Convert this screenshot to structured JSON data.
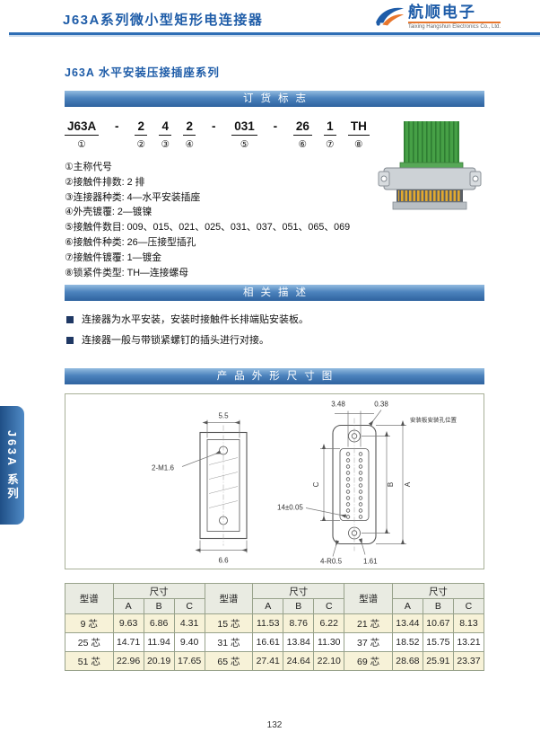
{
  "colors": {
    "accent_blue": "#1e5ca8",
    "banner_blue": "#4c83bd",
    "logo_orange": "#e8762c",
    "table_row_alt": "#f7f2d8"
  },
  "header": {
    "title": "J63A系列微小型矩形电连接器",
    "logo_text": "航顺电子",
    "logo_subtext": "Taixing Hangshun Electronics Co., Ltd."
  },
  "sidebar": {
    "tab_label": "J63A 系列"
  },
  "footer": {
    "page_number": "132"
  },
  "ordering": {
    "heading": "J63A 水平安装压接插座系列",
    "banner": "订货标志",
    "segments": [
      {
        "text": "J63A",
        "mark": "①"
      },
      {
        "text": "-",
        "mark": ""
      },
      {
        "text": "2",
        "mark": "②"
      },
      {
        "text": "4",
        "mark": "③"
      },
      {
        "text": "2",
        "mark": "④"
      },
      {
        "text": "-",
        "mark": ""
      },
      {
        "text": "031",
        "mark": "⑤"
      },
      {
        "text": "-",
        "mark": ""
      },
      {
        "text": "26",
        "mark": "⑥"
      },
      {
        "text": "1",
        "mark": "⑦"
      },
      {
        "text": "TH",
        "mark": "⑧"
      }
    ],
    "notes": [
      "①主称代号",
      "②接触件排数: 2 排",
      "③连接器种类: 4—水平安装插座",
      "④外壳镀覆: 2—镀镍",
      "⑤接触件数目: 009、015、021、025、031、037、051、065、069",
      "⑥接触件种类: 26—压接型插孔",
      "⑦接触件镀覆: 1—镀金",
      "⑧锁紧件类型: TH—连接螺母"
    ]
  },
  "description": {
    "banner": "相关描述",
    "bullets": [
      "连接器为水平安装，安装时接触件长排端贴安装板。",
      "连接器一般与带锁紧螺钉的插头进行对接。"
    ]
  },
  "dimensions": {
    "banner": "产品外形尺寸图",
    "labels": {
      "plate_width": "5.5",
      "thread": "2-M1.6",
      "body_width": "6.6",
      "pin_pitch": "3.48",
      "edge_offset": "0.38",
      "mount_note": "安装板安装孔位置",
      "dim_a": "A",
      "dim_b": "B",
      "dim_c": "C",
      "pin_pos": "14±0.05",
      "corner_r": "4-R0.5",
      "pin_offset": "1.61"
    }
  },
  "table": {
    "header_model": "型谱",
    "header_dim": "尺寸",
    "cols": [
      "A",
      "B",
      "C"
    ],
    "rows": [
      [
        "9 芯",
        "9.63",
        "6.86",
        "4.31",
        "15 芯",
        "11.53",
        "8.76",
        "6.22",
        "21 芯",
        "13.44",
        "10.67",
        "8.13"
      ],
      [
        "25 芯",
        "14.71",
        "11.94",
        "9.40",
        "31 芯",
        "16.61",
        "13.84",
        "11.30",
        "37 芯",
        "18.52",
        "15.75",
        "13.21"
      ],
      [
        "51 芯",
        "22.96",
        "20.19",
        "17.65",
        "65 芯",
        "27.41",
        "24.64",
        "22.10",
        "69 芯",
        "28.68",
        "25.91",
        "23.37"
      ]
    ]
  }
}
